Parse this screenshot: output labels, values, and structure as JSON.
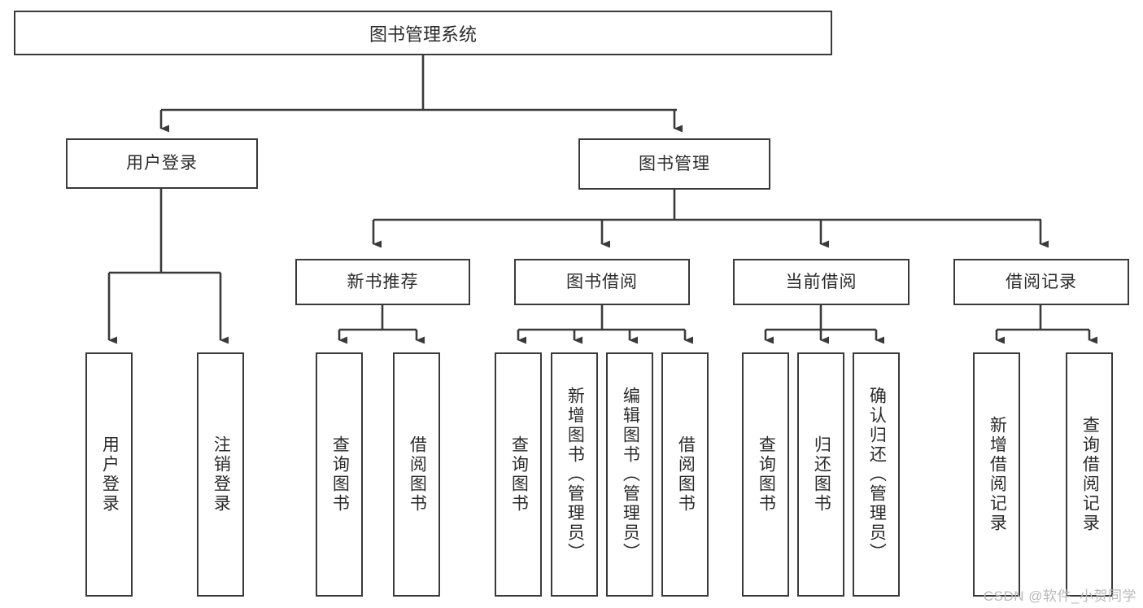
{
  "diagram": {
    "title": "图书管理系统",
    "type": "hierarchy-tree",
    "watermark": "CSDN @软件_小贺同学",
    "colors": {
      "stroke": "#3a3a3a",
      "background": "#ffffff",
      "text": "#2b2b2b",
      "watermark": "#b9b9b9"
    },
    "root": {
      "label": "图书管理系统"
    },
    "level1": [
      {
        "label": "用户登录"
      },
      {
        "label": "图书管理"
      }
    ],
    "level2": [
      {
        "label": "新书推荐"
      },
      {
        "label": "图书借阅"
      },
      {
        "label": "当前借阅"
      },
      {
        "label": "借阅记录"
      }
    ],
    "leaves": {
      "user_login": [
        {
          "label": "用户登录"
        },
        {
          "label": "注销登录"
        }
      ],
      "new_book": [
        {
          "label": "查询图书"
        },
        {
          "label": "借阅图书"
        }
      ],
      "book_borrow": [
        {
          "label": "查询图书"
        },
        {
          "label": "新增图书（管理员）"
        },
        {
          "label": "编辑图书（管理员）"
        },
        {
          "label": "借阅图书"
        }
      ],
      "current_borrow": [
        {
          "label": "查询图书"
        },
        {
          "label": "归还图书"
        },
        {
          "label": "确认归还（管理员）"
        }
      ],
      "borrow_record": [
        {
          "label": "新增借阅记录"
        },
        {
          "label": "查询借阅记录"
        }
      ]
    }
  }
}
